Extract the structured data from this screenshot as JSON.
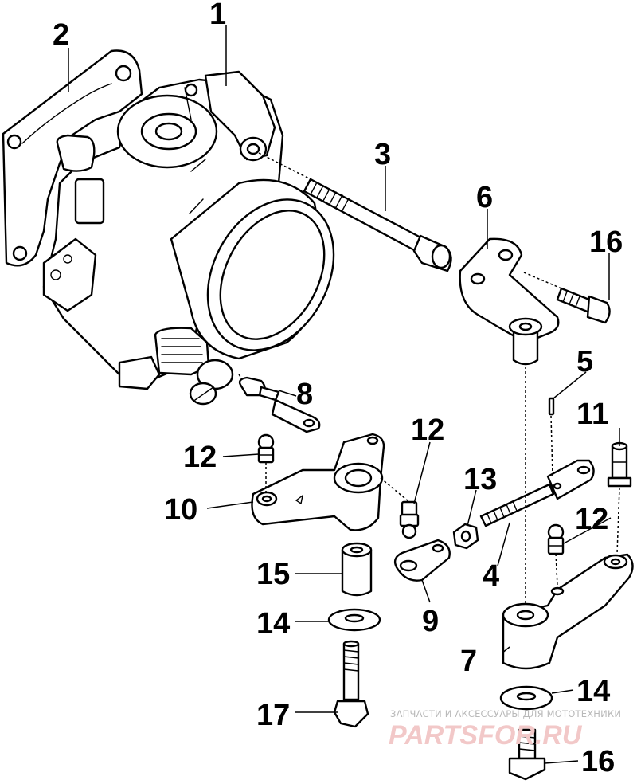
{
  "callouts": {
    "c1": "1",
    "c2": "2",
    "c3": "3",
    "c4": "4",
    "c5": "5",
    "c6": "6",
    "c7": "7",
    "c8": "8",
    "c9": "9",
    "c10": "10",
    "c11": "11",
    "c12a": "12",
    "c12b": "12",
    "c12c": "12",
    "c13": "13",
    "c14a": "14",
    "c14b": "14",
    "c15": "15",
    "c16a": "16",
    "c16b": "16",
    "c17": "17"
  },
  "watermark": {
    "tagline": "ЗАПЧАСТИ И АКСЕССУАРЫ ДЛЯ МОТОТЕХНИКИ",
    "logo": "PARTSFOR.RU"
  }
}
